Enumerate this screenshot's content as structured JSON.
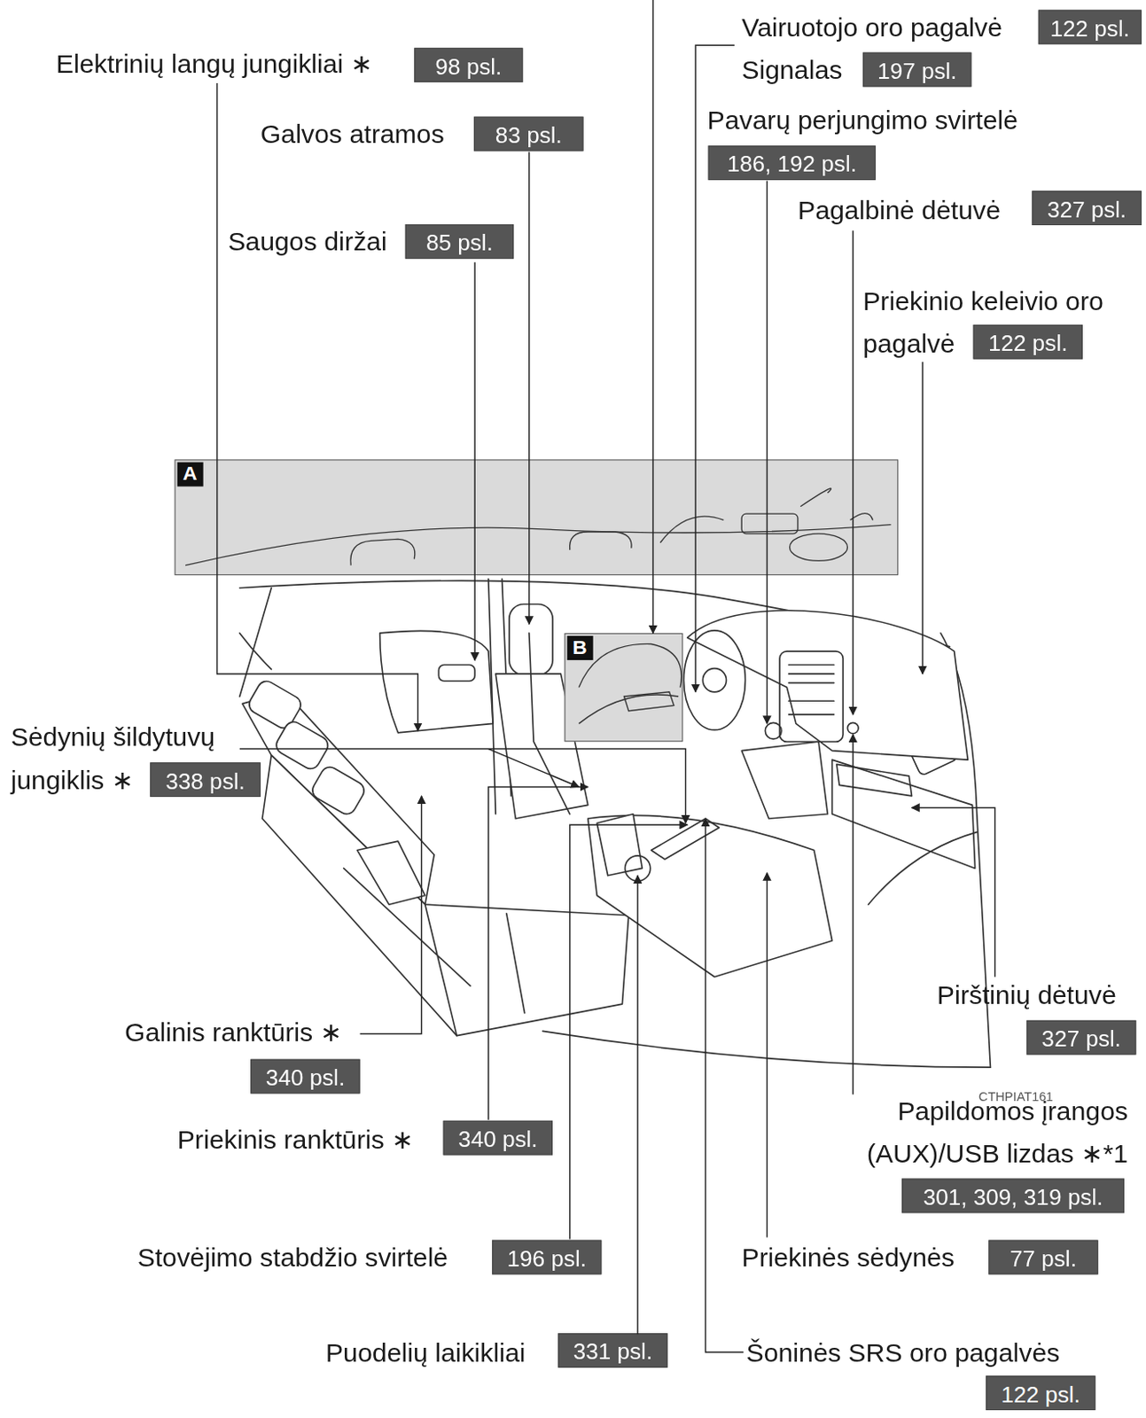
{
  "diagram": {
    "nodes": [
      {
        "text": [
          "Vairuotojo oro pagalvė",
          "122 psl."
        ]
      },
      {
        "text": [
          "Elektrinių langų jungikliai ∗",
          "98 psl."
        ]
      },
      {
        "text": [
          "Signalas",
          "197 psl."
        ]
      },
      {
        "text": [
          "Pavarų perjungimo svirtelė",
          "186, 192 psl."
        ]
      },
      {
        "text": [
          "Galvos atramos",
          "83 psl."
        ]
      },
      {
        "text": [
          "Pagalbinė dėtuvė",
          "327 psl."
        ]
      },
      {
        "text": [
          "Saugos diržai",
          "85 psl."
        ]
      },
      {
        "text": [
          "Priekinio keleivio oro pagalvė",
          "122 psl."
        ]
      },
      {
        "text": [
          "A"
        ]
      },
      {
        "text": [
          "B"
        ]
      },
      {
        "text": [
          "Sėdynių šildytuvų jungiklis ∗",
          "338 psl."
        ]
      },
      {
        "text": [
          "Pirštinių dėtuvė",
          "327 psl."
        ]
      },
      {
        "text": [
          "Galinis ranktūris ∗",
          "340 psl."
        ]
      },
      {
        "text": [
          "Papildomos įrangos (AUX)/USB lizdas ∗*1",
          "301, 309, 319 psl."
        ]
      },
      {
        "text": [
          "Priekinis ranktūris ∗",
          "340 psl."
        ]
      },
      {
        "text": [
          "Stovėjimo stabdžio svirtelė",
          "196 psl."
        ]
      },
      {
        "text": [
          "Priekinės sėdynės",
          "77 psl."
        ]
      },
      {
        "text": [
          "Puodelių laikikliai",
          "331 psl."
        ]
      },
      {
        "text": [
          "Šoninės SRS oro pagalvės",
          "122 psl."
        ]
      }
    ],
    "labels": [
      "CTHPIAT161"
    ]
  }
}
